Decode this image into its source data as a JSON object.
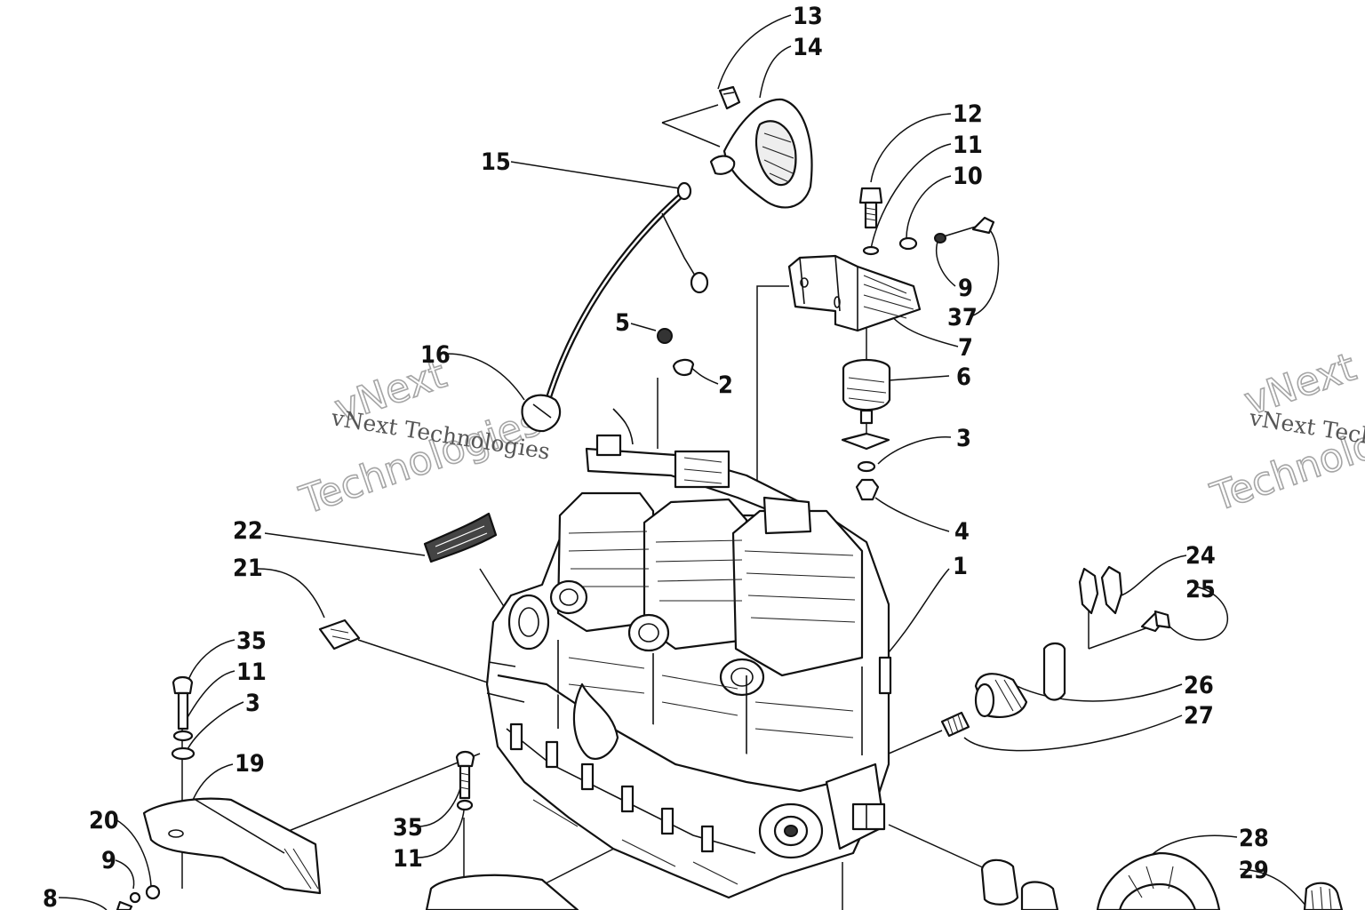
{
  "watermark": {
    "line1": "vNext",
    "line2": "Technologies",
    "small": "vNext Technologies"
  },
  "callouts": {
    "c1": "1",
    "c2": "2",
    "c3a": "3",
    "c3b": "3",
    "c4": "4",
    "c5": "5",
    "c6": "6",
    "c7": "7",
    "c8": "8",
    "c9a": "9",
    "c9b": "9",
    "c10": "10",
    "c11a": "11",
    "c11b": "11",
    "c11c": "11",
    "c12": "12",
    "c13": "13",
    "c14": "14",
    "c15": "15",
    "c16": "16",
    "c19": "19",
    "c20": "20",
    "c21": "21",
    "c22": "22",
    "c24": "24",
    "c25": "25",
    "c26": "26",
    "c27": "27",
    "c28": "28",
    "c29": "29",
    "c35a": "35",
    "c35b": "35",
    "c37": "37"
  }
}
